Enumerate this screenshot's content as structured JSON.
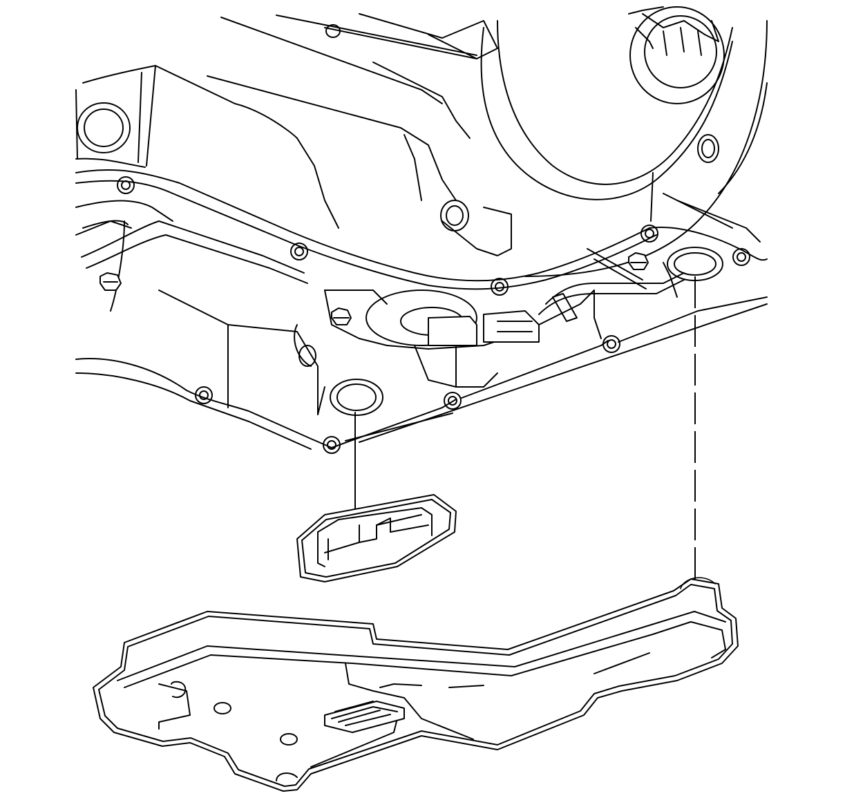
{
  "diagram": {
    "kind": "exploded line drawing",
    "palette": {
      "line": "#000000",
      "background": "#ffffff"
    },
    "parts": [
      {
        "id": "transaxle-case"
      },
      {
        "id": "filter-seal"
      },
      {
        "id": "fluid-filter"
      },
      {
        "id": "filter-gasket"
      }
    ]
  }
}
